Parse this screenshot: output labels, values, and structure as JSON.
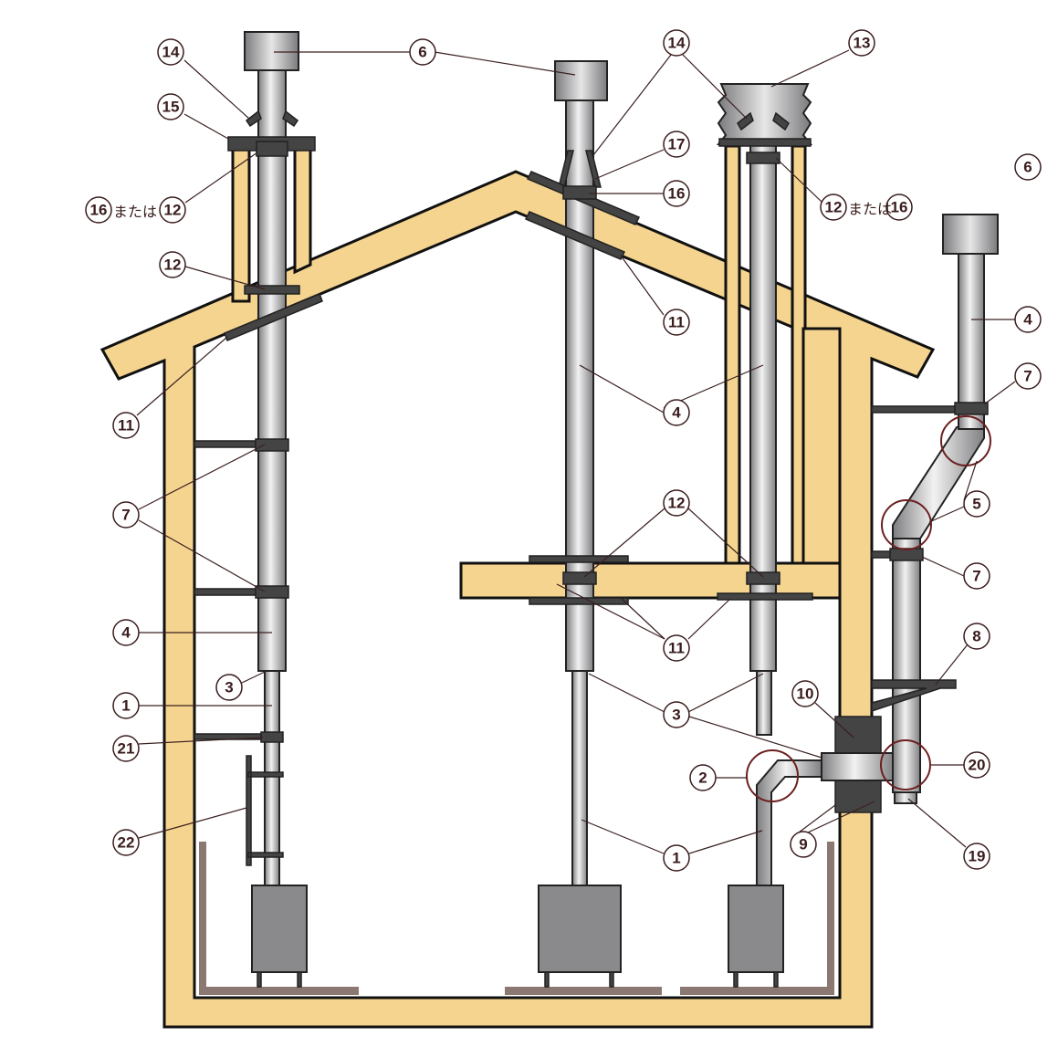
{
  "labels": [
    "14",
    "6",
    "15",
    "16",
    "12",
    "12",
    "11",
    "7",
    "4",
    "3",
    "1",
    "21",
    "22",
    "14",
    "13",
    "17",
    "16",
    "12",
    "16",
    "6",
    "11",
    "4",
    "7",
    "4",
    "5",
    "12",
    "7",
    "11",
    "8",
    "3",
    "10",
    "2",
    "20",
    "9",
    "1",
    "19"
  ],
  "connector_text": "または"
}
